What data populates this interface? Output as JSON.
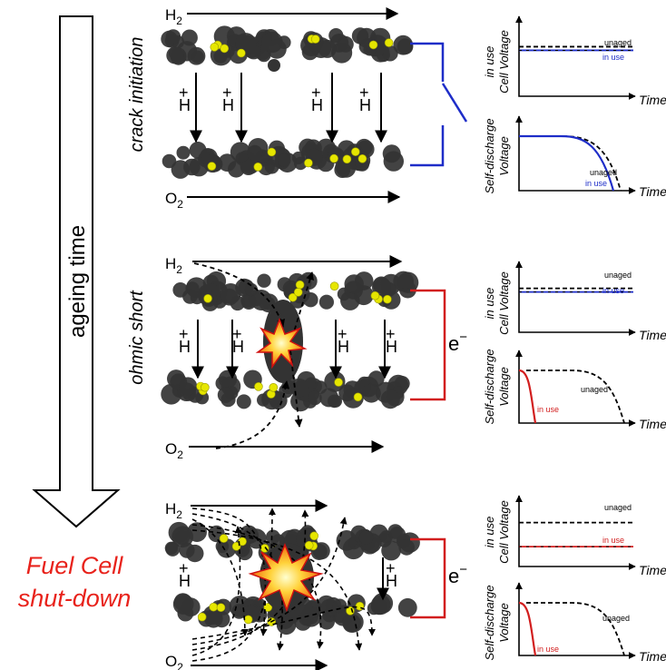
{
  "left_arrow": {
    "label": "ageing time"
  },
  "final_state": {
    "line1": "Fuel Cell",
    "line2": "shut-down",
    "color": "#e8221b"
  },
  "colors": {
    "particle": "#333333",
    "catalyst": "#e6e600",
    "initiation": "#1e2dc8",
    "short": "#d21e1e",
    "unaged": "#000000"
  },
  "particle_counts": {
    "initiation": 58,
    "short": 56,
    "shutdown": 54
  },
  "stages": [
    {
      "id": "initiation",
      "side_label": "crack initiation",
      "gas_top": "H",
      "gas_top_sub": "2",
      "gas_bottom": "O",
      "gas_bottom_sub": "2",
      "proton": "H+",
      "electron": "",
      "charts": [
        {
          "ylabel_line1": "in use",
          "ylabel_line2": "Cell Voltage",
          "xlabel": "Time",
          "unaged_label": "unaged",
          "inuse_label": "in use"
        },
        {
          "ylabel_line1": "Self-discharge",
          "ylabel_line2": "Voltage",
          "xlabel": "Time",
          "unaged_label": "unaged",
          "inuse_label": "in use"
        }
      ]
    },
    {
      "id": "short",
      "side_label": "ohmic short",
      "gas_top": "H",
      "gas_top_sub": "2",
      "gas_bottom": "O",
      "gas_bottom_sub": "2",
      "proton": "H+",
      "electron": "e",
      "electron_sup": "−",
      "charts": [
        {
          "ylabel_line1": "in use",
          "ylabel_line2": "Cell Voltage",
          "xlabel": "Time",
          "unaged_label": "unaged",
          "inuse_label": "in use"
        },
        {
          "ylabel_line1": "Self-discharge",
          "ylabel_line2": "Voltage",
          "xlabel": "Time",
          "unaged_label": "unaged",
          "inuse_label": "in use"
        }
      ]
    },
    {
      "id": "shutdown",
      "side_label": "",
      "gas_top": "H",
      "gas_top_sub": "2",
      "gas_bottom": "O",
      "gas_bottom_sub": "2",
      "proton": "H+",
      "electron": "e",
      "electron_sup": "−",
      "charts": [
        {
          "ylabel_line1": "in use",
          "ylabel_line2": "Cell Voltage",
          "xlabel": "Time",
          "unaged_label": "unaged",
          "inuse_label": "in use"
        },
        {
          "ylabel_line1": "Self-discharge",
          "ylabel_line2": "Voltage",
          "xlabel": "Time",
          "unaged_label": "unaged",
          "inuse_label": "in use"
        }
      ]
    }
  ]
}
